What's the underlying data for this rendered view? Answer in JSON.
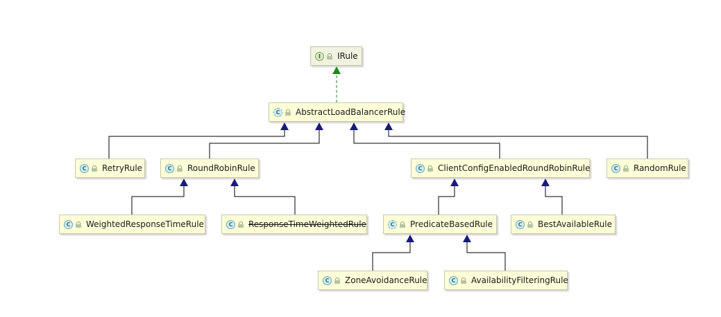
{
  "diagram": {
    "nodes": {
      "irule": {
        "label": "IRule",
        "badge": "I"
      },
      "abstract_load_balancer_rule": {
        "label": "AbstractLoadBalancerRule",
        "badge": "C"
      },
      "retry_rule": {
        "label": "RetryRule",
        "badge": "C"
      },
      "round_robin_rule": {
        "label": "RoundRobinRule",
        "badge": "C"
      },
      "client_config_enabled_round_robin_rule": {
        "label": "ClientConfigEnabledRoundRobinRule",
        "badge": "C"
      },
      "random_rule": {
        "label": "RandomRule",
        "badge": "C"
      },
      "weighted_response_time_rule": {
        "label": "WeightedResponseTimeRule",
        "badge": "C"
      },
      "response_time_weighted_rule": {
        "label": "ResponseTimeWeightedRule",
        "badge": "C",
        "deprecated": true
      },
      "predicate_based_rule": {
        "label": "PredicateBasedRule",
        "badge": "C"
      },
      "best_available_rule": {
        "label": "BestAvailableRule",
        "badge": "C"
      },
      "zone_avoidance_rule": {
        "label": "ZoneAvoidanceRule",
        "badge": "C"
      },
      "availability_filtering_rule": {
        "label": "AvailabilityFilteringRule",
        "badge": "C"
      }
    },
    "edges": [
      {
        "from": "abstract_load_balancer_rule",
        "to": "irule",
        "type": "implements"
      },
      {
        "from": "retry_rule",
        "to": "abstract_load_balancer_rule",
        "type": "extends"
      },
      {
        "from": "round_robin_rule",
        "to": "abstract_load_balancer_rule",
        "type": "extends"
      },
      {
        "from": "client_config_enabled_round_robin_rule",
        "to": "abstract_load_balancer_rule",
        "type": "extends"
      },
      {
        "from": "random_rule",
        "to": "abstract_load_balancer_rule",
        "type": "extends"
      },
      {
        "from": "weighted_response_time_rule",
        "to": "round_robin_rule",
        "type": "extends"
      },
      {
        "from": "response_time_weighted_rule",
        "to": "round_robin_rule",
        "type": "extends"
      },
      {
        "from": "predicate_based_rule",
        "to": "client_config_enabled_round_robin_rule",
        "type": "extends"
      },
      {
        "from": "best_available_rule",
        "to": "client_config_enabled_round_robin_rule",
        "type": "extends"
      },
      {
        "from": "zone_avoidance_rule",
        "to": "predicate_based_rule",
        "type": "extends"
      },
      {
        "from": "availability_filtering_rule",
        "to": "predicate_based_rule",
        "type": "extends"
      }
    ],
    "colors": {
      "extends_line": "#000000",
      "extends_arrow": "#1a1a7a",
      "implements_line": "#2e7d32",
      "implements_arrow": "#1c8a1c"
    }
  }
}
